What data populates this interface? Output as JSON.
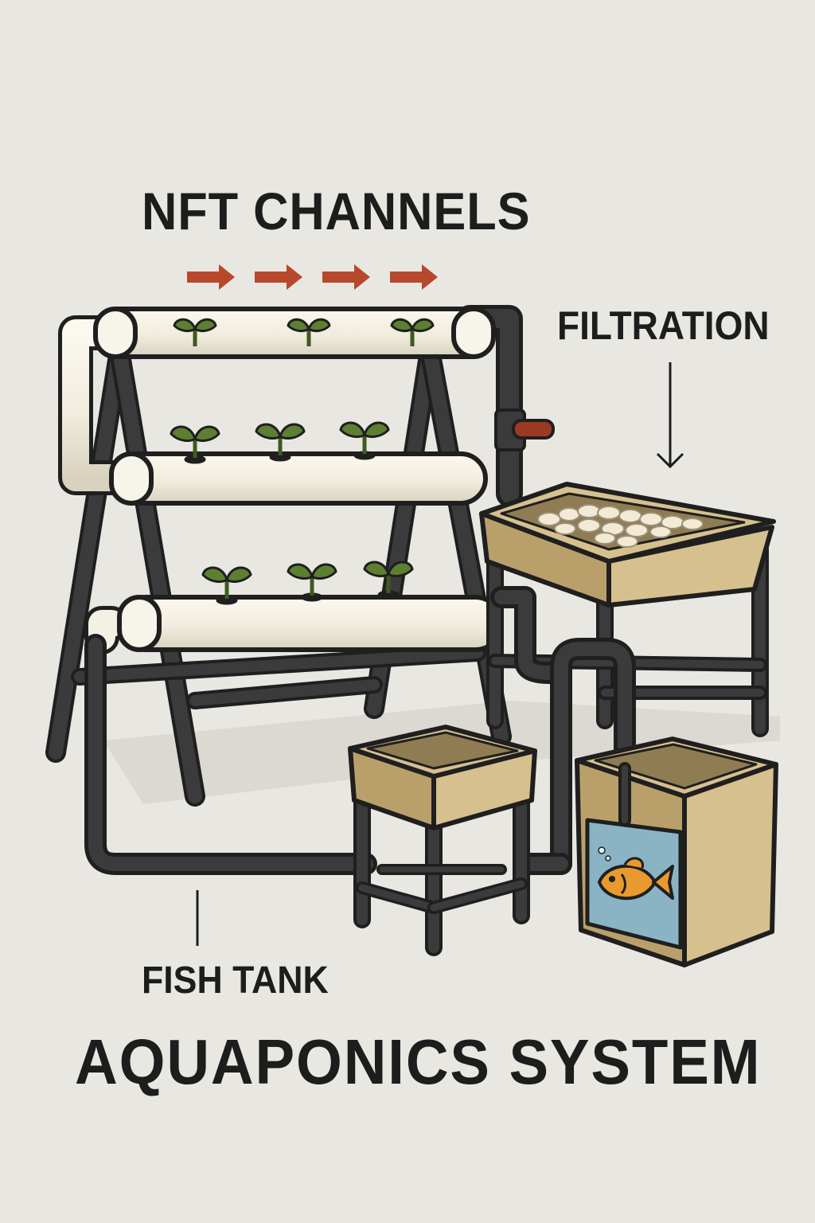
{
  "labels": {
    "nft_channels": "NFT CHANNELS",
    "filtration": "FILTRATION",
    "fish_tank": "FISH TANK",
    "title": "AQUAPONICS SYSTEM"
  },
  "colors": {
    "background": "#e9e7e2",
    "frame": "#2f2f2f",
    "pipe_white": "#f4f0e4",
    "box_tan": "#d6c08e",
    "box_tan_dark": "#b9a06b",
    "plant_green": "#5d7f31",
    "flow_arrow": "#b8482b",
    "valve_red": "#9b3a22",
    "water": "#8ab4c4",
    "fish": "#e89a2e",
    "media": "#f3ead6"
  }
}
